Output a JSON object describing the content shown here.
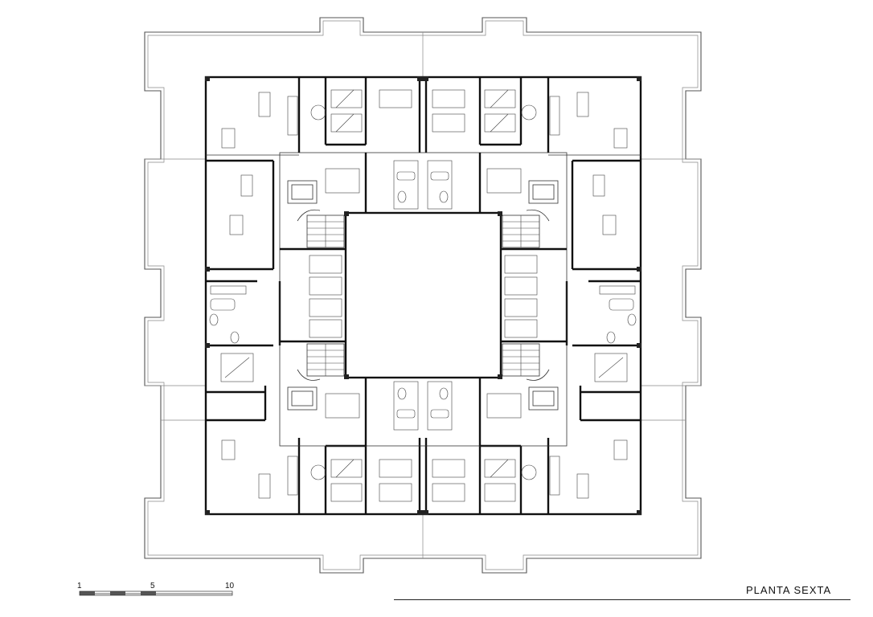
{
  "drawing": {
    "title": "PLANTA SEXTA"
  },
  "scale_bar": {
    "ticks": [
      "1",
      "5",
      "10"
    ]
  },
  "colors": {
    "line": "#111111",
    "background": "#ffffff"
  }
}
